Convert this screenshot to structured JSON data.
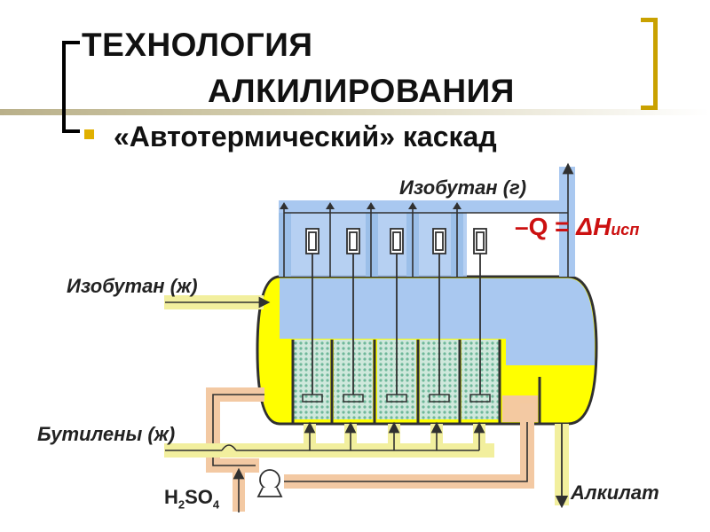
{
  "title": {
    "line1": "ТЕХНОЛОГИЯ",
    "line2": "АЛКИЛИРОВАНИЯ"
  },
  "subtitle": "«Автотермический» каскад",
  "labels": {
    "isobutane_gas": "Изобутан (г)",
    "isobutane_liquid": "Изобутан (ж)",
    "butylenes": "Бутилены (ж)",
    "alkylate": "Алкилат",
    "acid_h": "H",
    "acid_2": "2",
    "acid_so": "SO",
    "acid_4": "4"
  },
  "formula": {
    "minus_q": "–Q",
    "equals": "=",
    "delta_h": "ΔH",
    "sub": "исп"
  },
  "colors": {
    "vapor": "#a9c8f0",
    "vapor_edge": "#7da7da",
    "liquid": "#ffff00",
    "emulsion": "#b7dcc9",
    "acid_pipe": "#f3c9a3",
    "feed_pipe": "#f2ef9e",
    "pipe_dark": "#303030",
    "accent": "#c9a100",
    "formula": "#cc1010"
  },
  "diagram": {
    "sections": 5,
    "icon_names": [
      "gas-outlet-arrow",
      "pressure-gauge",
      "pump",
      "feed-arrow"
    ]
  }
}
